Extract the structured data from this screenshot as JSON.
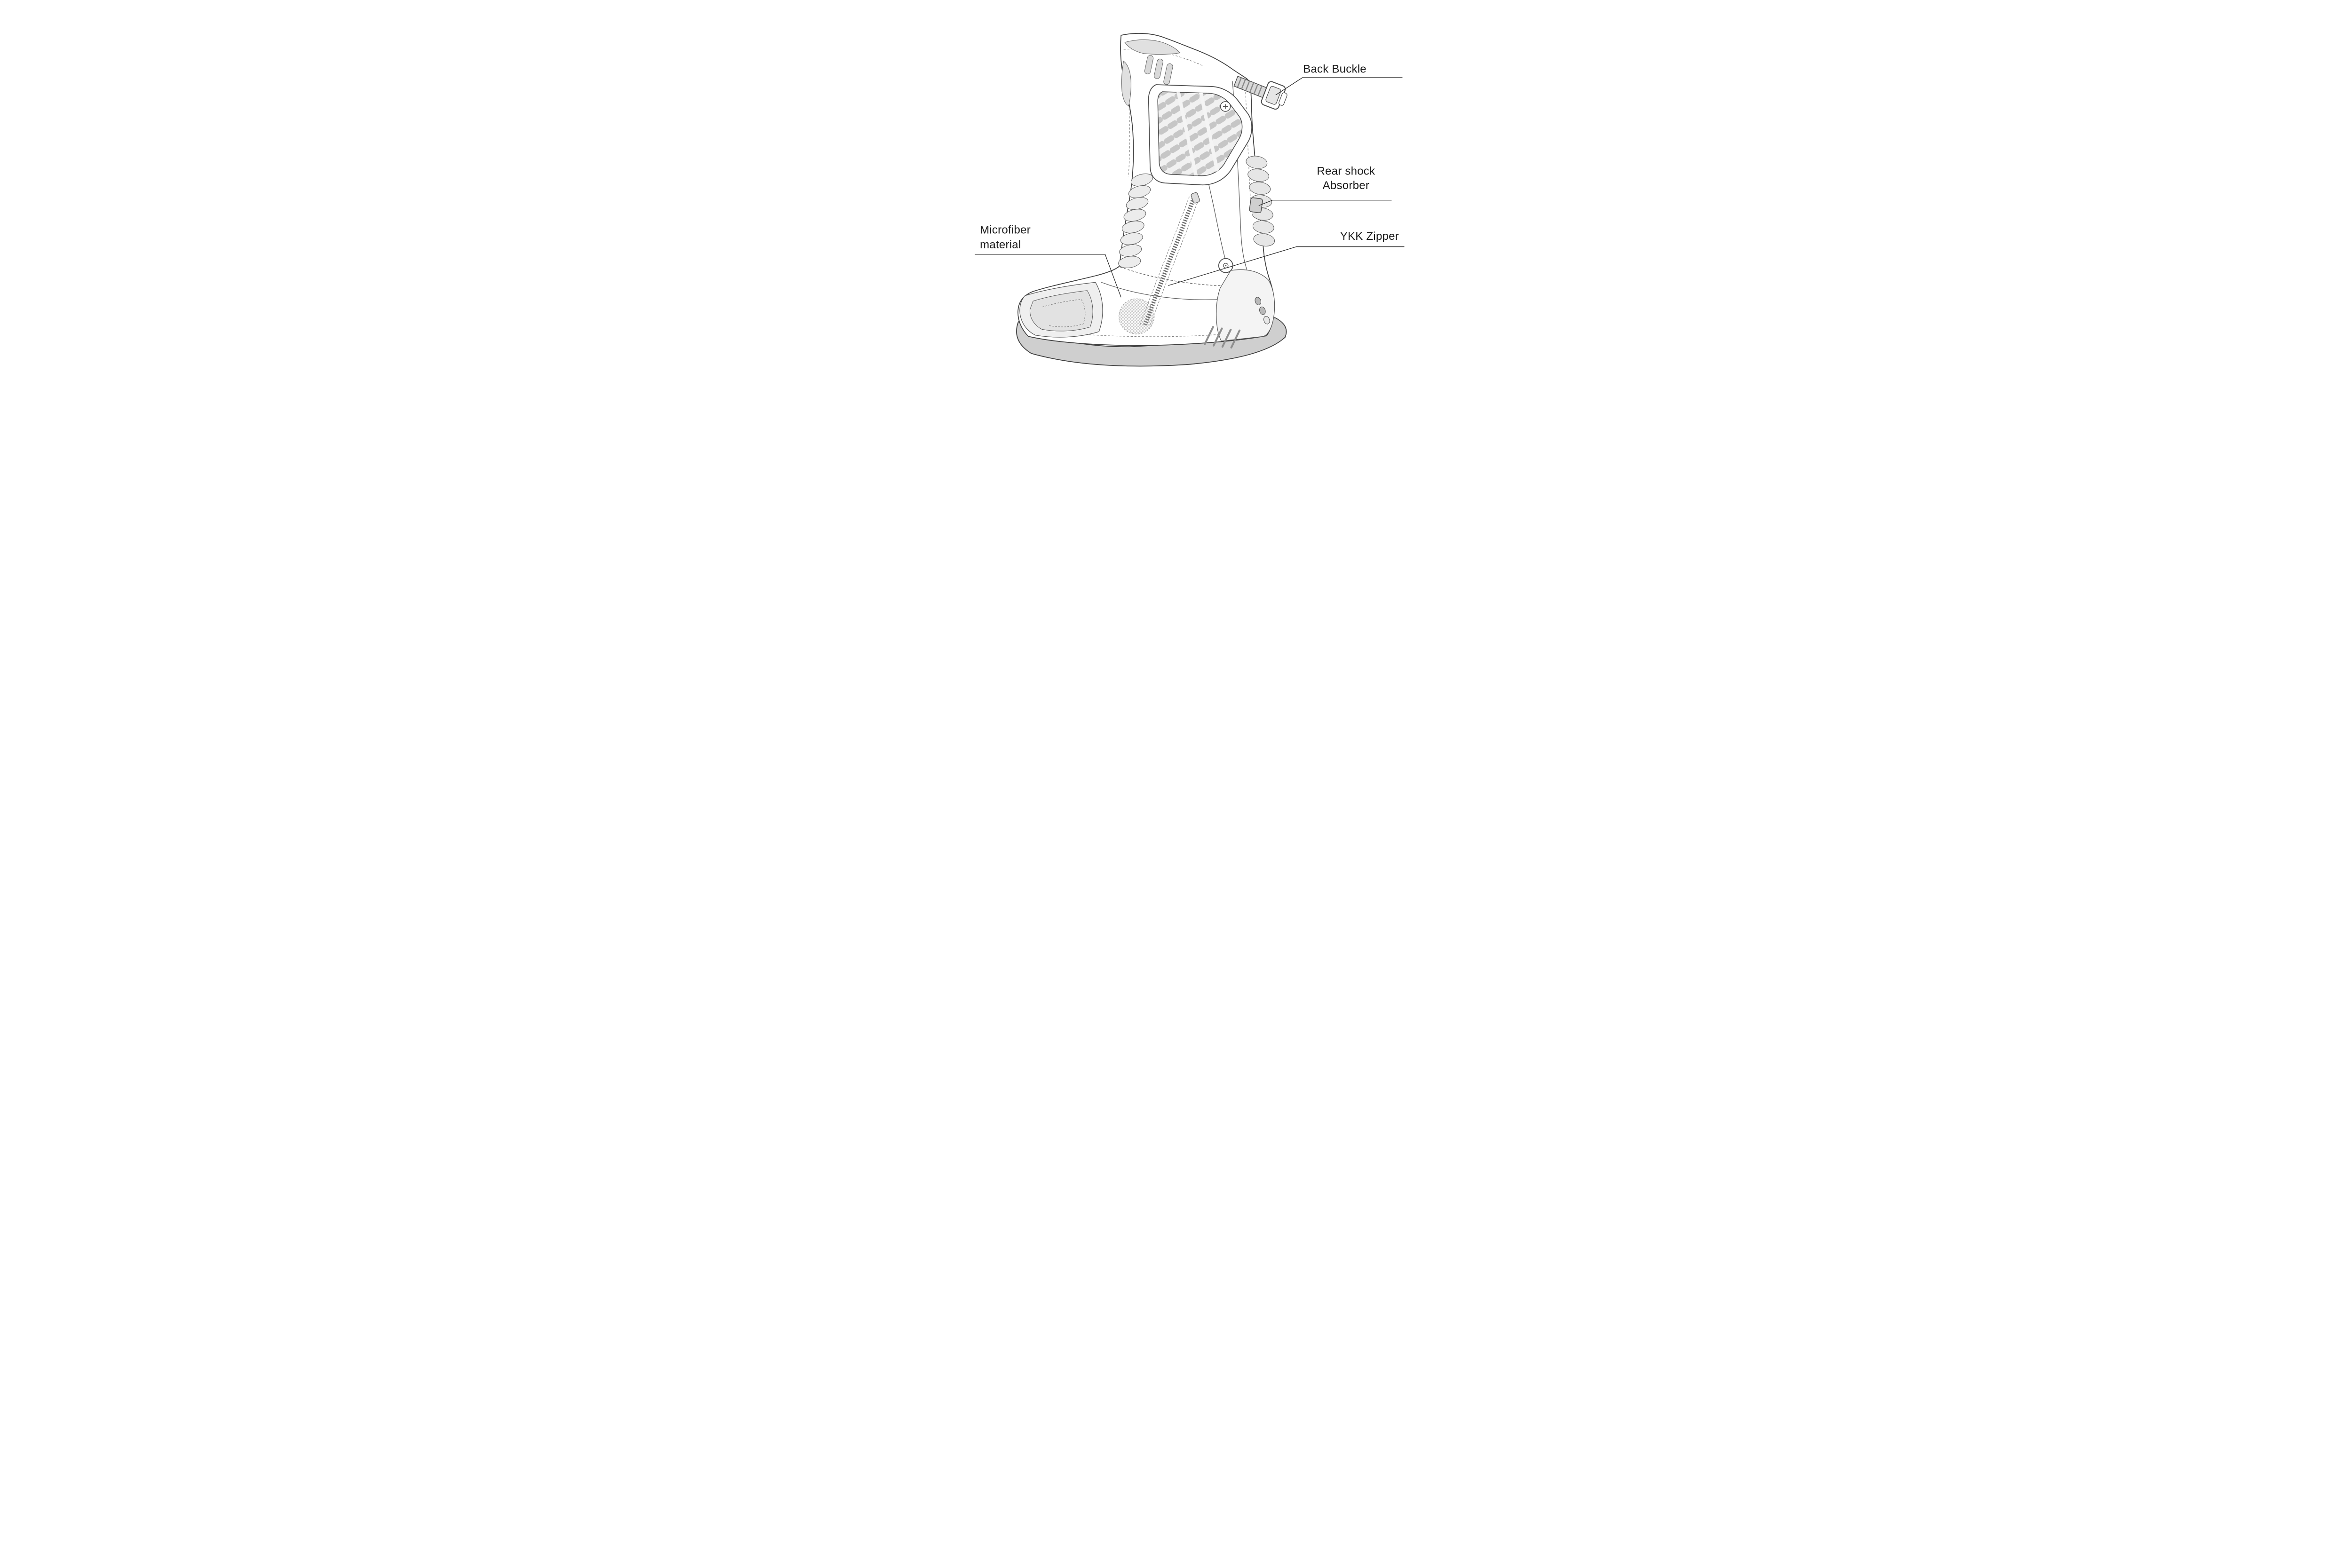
{
  "diagram": {
    "subject": "motorcycle-racing-boot-side-view",
    "style": "grayscale-line-art",
    "labels": {
      "back_buckle": {
        "text": "Back Buckle"
      },
      "rear_shock": {
        "line1": "Rear shock",
        "line2": "Absorber"
      },
      "ykk_zipper": {
        "text": "YKK Zipper"
      },
      "microfiber": {
        "line1": "Microfiber",
        "line2": "material"
      }
    },
    "colors": {
      "background": "#ffffff",
      "outline": "#3f3f3f",
      "detail_line": "#5a5a5a",
      "text": "#1b1b1b",
      "fill_light": "#efefef",
      "fill_mid": "#d6d6d6",
      "fill_dark": "#bdbdbd",
      "sole": "#cfcfcf",
      "leader_line": "#222222"
    }
  }
}
